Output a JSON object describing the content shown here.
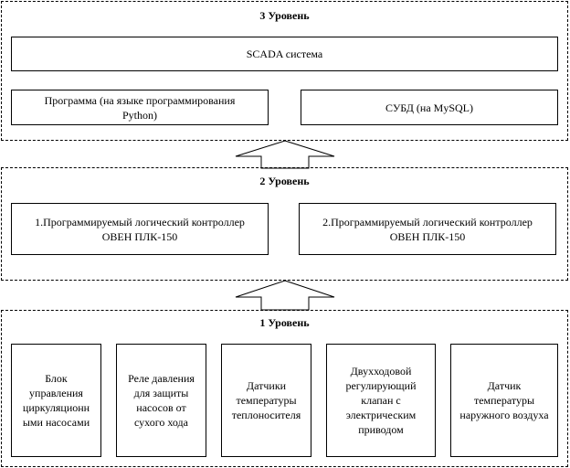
{
  "level3": {
    "title": "3  Уровень",
    "scada": "SCADA система",
    "program": "Программа (на языке программирования\nPython)",
    "dbms": "СУБД (на MySQL)"
  },
  "level2": {
    "title": "2  Уровень",
    "plc1": "1.Программируемый логический контроллер\nОВЕН ПЛК-150",
    "plc2": "2.Программируемый логический контроллер\nОВЕН ПЛК-150"
  },
  "level1": {
    "title": "1  Уровень",
    "devices": [
      "Блок\nуправления\nциркуляционн\nыми насосами",
      "Реле давления\nдля защиты\nнасосов от\nсухого хода",
      "Датчики\nтемпературы\nтеплоносителя",
      "Двухходовой\nрегулирующий\nклапан с\nэлектрическим\nприводом",
      "Датчик\nтемпературы\nнаружного воздуха"
    ]
  }
}
